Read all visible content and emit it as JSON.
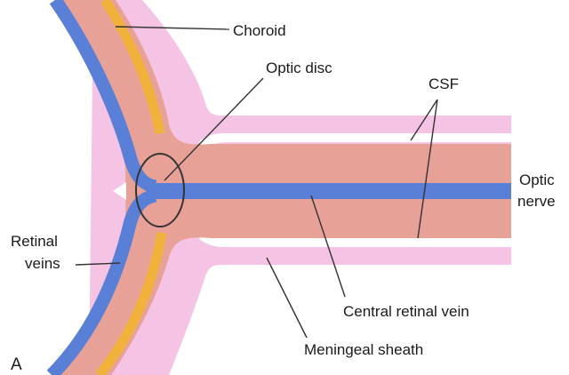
{
  "figure_letter": "A",
  "labels": {
    "choroid": "Choroid",
    "optic_disc": "Optic disc",
    "csf": "CSF",
    "optic_nerve_line1": "Optic",
    "optic_nerve_line2": "nerve",
    "retinal_veins_line1": "Retinal",
    "retinal_veins_line2": "veins",
    "central_retinal_vein": "Central retinal vein",
    "meningeal_sheath": "Meningeal sheath"
  },
  "colors": {
    "meningeal_sheath": "#f5c4e4",
    "retina_tissue": "#e8a197",
    "choroid_band": "#f0b23b",
    "vein": "#5a7fd6",
    "csf_gap": "#ffffff",
    "disc_outline": "#333333",
    "leader_line": "#333333"
  }
}
